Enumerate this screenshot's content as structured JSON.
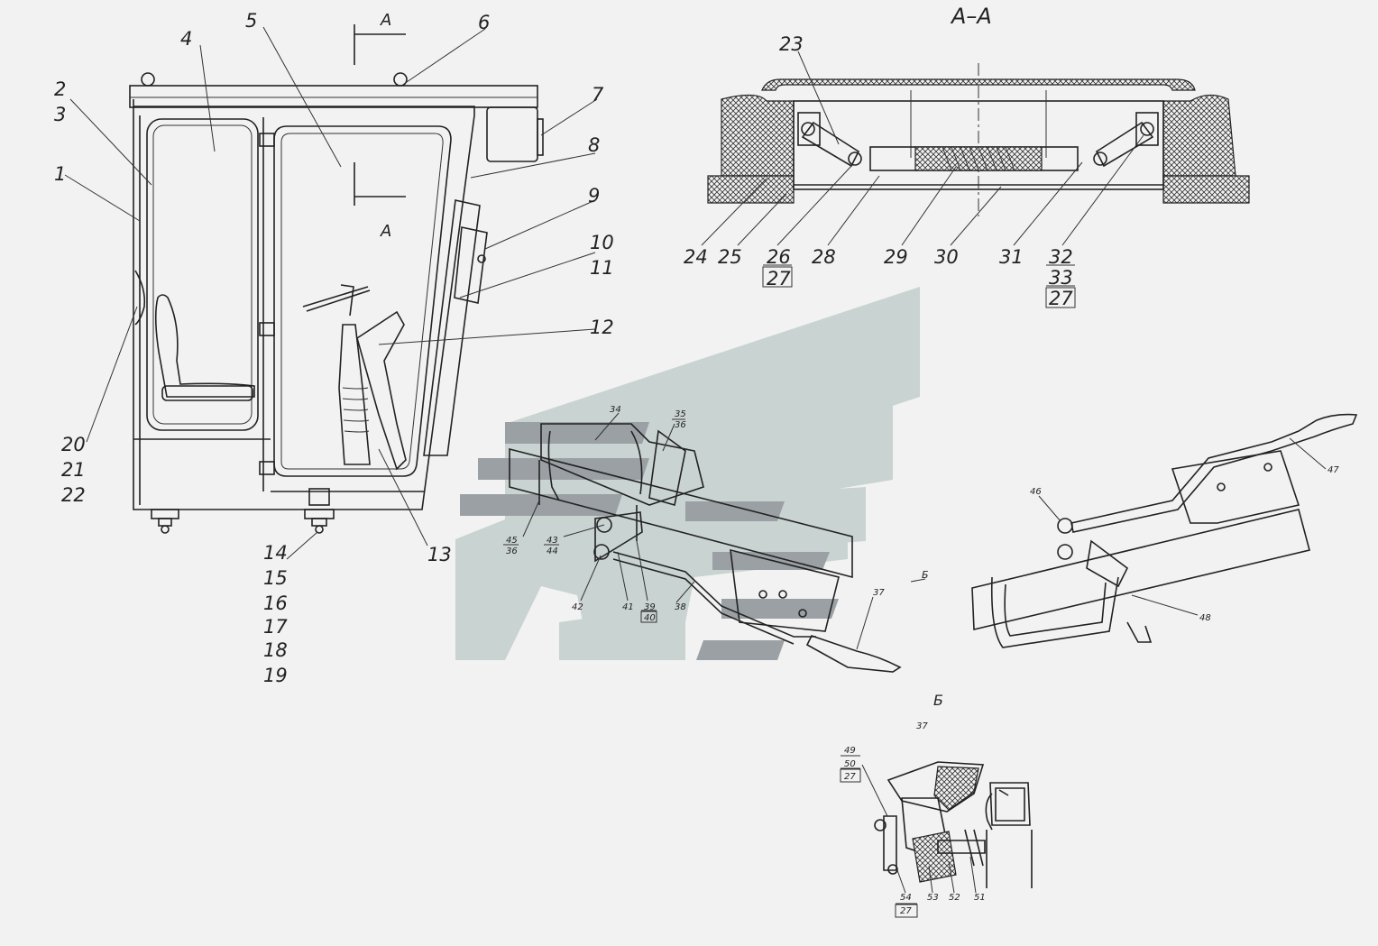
{
  "section_title": "А–А",
  "view_letter": "Б",
  "section_marks": {
    "top": "А",
    "bottom": "А",
    "view_arrow": "Б"
  },
  "colors": {
    "background": "#f2f2f2",
    "line": "#222222",
    "watermark": "#c9d3d1"
  },
  "cab_view": {
    "labels": [
      {
        "id": "c2",
        "text": "2"
      },
      {
        "id": "c3",
        "text": "3"
      },
      {
        "id": "c1",
        "text": "1"
      },
      {
        "id": "c4",
        "text": "4"
      },
      {
        "id": "c5",
        "text": "5"
      },
      {
        "id": "c6",
        "text": "6"
      },
      {
        "id": "c7",
        "text": "7"
      },
      {
        "id": "c8",
        "text": "8"
      },
      {
        "id": "c9",
        "text": "9"
      },
      {
        "id": "c10",
        "text": "10"
      },
      {
        "id": "c11",
        "text": "11"
      },
      {
        "id": "c12",
        "text": "12"
      },
      {
        "id": "c13",
        "text": "13"
      },
      {
        "id": "c20",
        "text": "20"
      },
      {
        "id": "c21",
        "text": "21"
      },
      {
        "id": "c22",
        "text": "22"
      },
      {
        "id": "c14",
        "text": "14"
      },
      {
        "id": "c15",
        "text": "15"
      },
      {
        "id": "c16",
        "text": "16"
      },
      {
        "id": "c17",
        "text": "17"
      },
      {
        "id": "c18",
        "text": "18"
      },
      {
        "id": "c19",
        "text": "19"
      }
    ]
  },
  "section_view": {
    "labels": [
      {
        "id": "s23",
        "text": "23"
      },
      {
        "id": "s24",
        "text": "24"
      },
      {
        "id": "s25",
        "text": "25"
      },
      {
        "id": "s26",
        "text": "26"
      },
      {
        "id": "s27a",
        "text": "27"
      },
      {
        "id": "s28",
        "text": "28"
      },
      {
        "id": "s29",
        "text": "29"
      },
      {
        "id": "s30",
        "text": "30"
      },
      {
        "id": "s31",
        "text": "31"
      },
      {
        "id": "s32",
        "text": "32"
      },
      {
        "id": "s33",
        "text": "33"
      },
      {
        "id": "s27b",
        "text": "27"
      }
    ]
  },
  "pedal_view": {
    "labels": [
      {
        "id": "p34",
        "text": "34"
      },
      {
        "id": "p35",
        "text": "35"
      },
      {
        "id": "p36a",
        "text": "36"
      },
      {
        "id": "p45",
        "text": "45"
      },
      {
        "id": "p36b",
        "text": "36"
      },
      {
        "id": "p43",
        "text": "43"
      },
      {
        "id": "p44",
        "text": "44"
      },
      {
        "id": "p42",
        "text": "42"
      },
      {
        "id": "p41",
        "text": "41"
      },
      {
        "id": "p39",
        "text": "39"
      },
      {
        "id": "p40",
        "text": "40"
      },
      {
        "id": "p38",
        "text": "38"
      },
      {
        "id": "p37",
        "text": "37"
      }
    ]
  },
  "pedal_view_right": {
    "labels": [
      {
        "id": "r46",
        "text": "46"
      },
      {
        "id": "r47",
        "text": "47"
      },
      {
        "id": "r48",
        "text": "48"
      }
    ]
  },
  "detail_view": {
    "labels": [
      {
        "id": "d49",
        "text": "49"
      },
      {
        "id": "d50",
        "text": "50"
      },
      {
        "id": "d27a",
        "text": "27"
      },
      {
        "id": "d37",
        "text": "37"
      },
      {
        "id": "d54",
        "text": "54"
      },
      {
        "id": "d27b",
        "text": "27"
      },
      {
        "id": "d53",
        "text": "53"
      },
      {
        "id": "d52",
        "text": "52"
      },
      {
        "id": "d51",
        "text": "51"
      }
    ]
  }
}
